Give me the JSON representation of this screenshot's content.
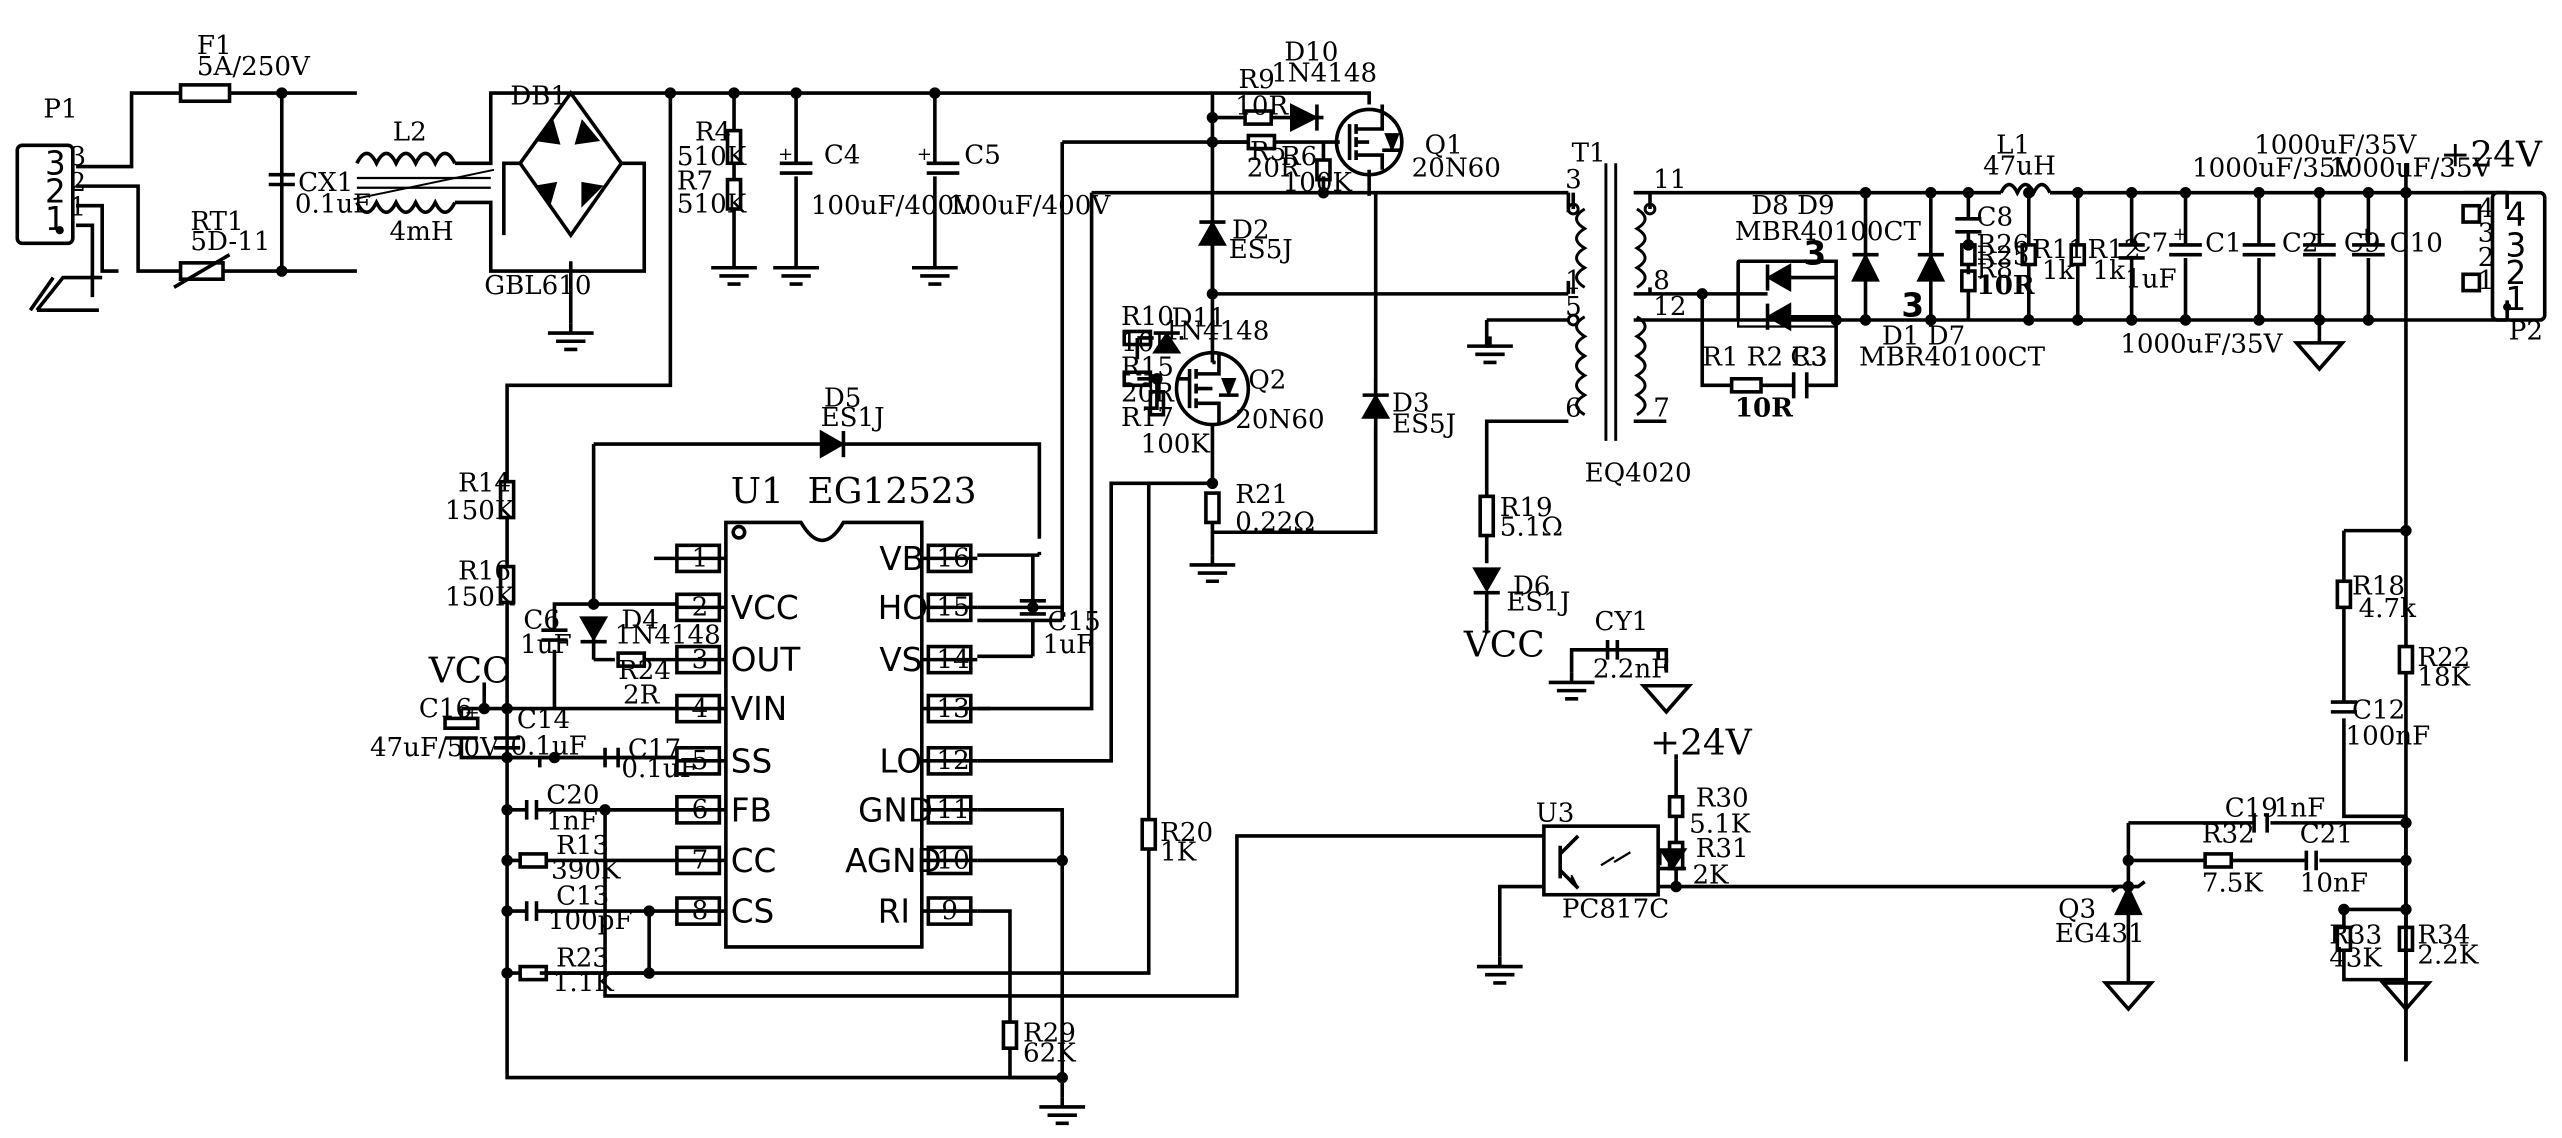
{
  "ic": {
    "ref": "U1",
    "part": "EG12523",
    "pins_left": [
      {
        "num": "1",
        "name": ""
      },
      {
        "num": "2",
        "name": "VCC"
      },
      {
        "num": "3",
        "name": "OUT"
      },
      {
        "num": "4",
        "name": "VIN"
      },
      {
        "num": "5",
        "name": "SS"
      },
      {
        "num": "6",
        "name": "FB"
      },
      {
        "num": "7",
        "name": "CC"
      },
      {
        "num": "8",
        "name": "CS"
      }
    ],
    "pins_right": [
      {
        "num": "16",
        "name": "VB"
      },
      {
        "num": "15",
        "name": "HO"
      },
      {
        "num": "14",
        "name": "VS"
      },
      {
        "num": "13",
        "name": ""
      },
      {
        "num": "12",
        "name": "LO"
      },
      {
        "num": "11",
        "name": "GND"
      },
      {
        "num": "10",
        "name": "AGND"
      },
      {
        "num": "9",
        "name": "RI"
      }
    ]
  },
  "components": [
    {
      "id": "p1",
      "ref": "P1",
      "pins": [
        "3",
        "2",
        "1"
      ]
    },
    {
      "id": "f1",
      "ref": "F1",
      "value": "5A/250V"
    },
    {
      "id": "rt1",
      "ref": "RT1",
      "value": "5D-11"
    },
    {
      "id": "cx1",
      "ref": "CX1",
      "value": "0.1uF"
    },
    {
      "id": "l2",
      "ref": "L2",
      "value": "4mH"
    },
    {
      "id": "db1",
      "ref": "DB1",
      "value": "GBL610"
    },
    {
      "id": "r4",
      "ref": "R4",
      "value": "510K"
    },
    {
      "id": "r7",
      "ref": "R7",
      "value": "510K"
    },
    {
      "id": "c4",
      "ref": "C4",
      "value": "100uF/400V"
    },
    {
      "id": "c5",
      "ref": "C5",
      "value": "100uF/400V"
    },
    {
      "id": "r9",
      "ref": "R9",
      "value": "10R"
    },
    {
      "id": "d10",
      "ref": "D10",
      "value": "1N4148"
    },
    {
      "id": "r5",
      "ref": "R5",
      "value": "20R"
    },
    {
      "id": "r6",
      "ref": "R6",
      "value": "100K"
    },
    {
      "id": "q1",
      "ref": "Q1",
      "value": "20N60"
    },
    {
      "id": "d2",
      "ref": "D2",
      "value": "ES5J"
    },
    {
      "id": "d3",
      "ref": "D3",
      "value": "ES5J"
    },
    {
      "id": "r10",
      "ref": "R10",
      "value": "10K"
    },
    {
      "id": "d11",
      "ref": "D11",
      "value": "1N4148"
    },
    {
      "id": "r15",
      "ref": "R15",
      "value": "20R"
    },
    {
      "id": "r17",
      "ref": "R17",
      "value": "100K"
    },
    {
      "id": "q2",
      "ref": "Q2",
      "value": "20N60"
    },
    {
      "id": "r21",
      "ref": "R21",
      "value": "0.22Ω"
    },
    {
      "id": "t1",
      "ref": "T1",
      "value": "EQ4020",
      "pins": [
        "3",
        "1",
        "5",
        "6",
        "11",
        "8",
        "12",
        "7"
      ]
    },
    {
      "id": "r19",
      "ref": "R19",
      "value": "5.1Ω"
    },
    {
      "id": "d6",
      "ref": "D6",
      "value": "ES1J"
    },
    {
      "id": "cy1",
      "ref": "CY1",
      "value": "2.2nF"
    },
    {
      "id": "d8d9",
      "ref": "D8 D9",
      "value": "MBR40100CT"
    },
    {
      "id": "d1d7",
      "ref": "D1 D7",
      "value": "MBR40100CT"
    },
    {
      "id": "r1r2r3",
      "ref": "R1 R2 R3",
      "value": "10R"
    },
    {
      "id": "c3",
      "ref": "C3"
    },
    {
      "id": "c8",
      "ref": "C8"
    },
    {
      "id": "r26",
      "ref": "R26"
    },
    {
      "id": "r25",
      "ref": "R25"
    },
    {
      "id": "r8",
      "ref": "R8",
      "value": "10R"
    },
    {
      "id": "l1",
      "ref": "L1",
      "value": "47uH"
    },
    {
      "id": "r11",
      "ref": "R11",
      "value": "1k"
    },
    {
      "id": "r12",
      "ref": "R12",
      "value": "1k"
    },
    {
      "id": "c7",
      "ref": "C7",
      "value": "1uF"
    },
    {
      "id": "c1",
      "ref": "C1"
    },
    {
      "id": "c2",
      "ref": "C2"
    },
    {
      "id": "c9",
      "ref": "C9"
    },
    {
      "id": "c10",
      "ref": "C10"
    },
    {
      "id": "p2",
      "ref": "P2",
      "pins": [
        "4",
        "3",
        "2",
        "1"
      ]
    },
    {
      "id": "d5",
      "ref": "D5",
      "value": "ES1J"
    },
    {
      "id": "r14",
      "ref": "R14",
      "value": "150K"
    },
    {
      "id": "r16",
      "ref": "R16",
      "value": "150K"
    },
    {
      "id": "c6",
      "ref": "C6",
      "value": "1uF"
    },
    {
      "id": "d4",
      "ref": "D4",
      "value": "1N4148"
    },
    {
      "id": "r24",
      "ref": "R24",
      "value": "2R"
    },
    {
      "id": "c16",
      "ref": "C16",
      "value": "47uF/50V"
    },
    {
      "id": "c14",
      "ref": "C14",
      "value": "0.1uF"
    },
    {
      "id": "c17",
      "ref": "C17",
      "value": "0.1uF"
    },
    {
      "id": "c20",
      "ref": "C20",
      "value": "1nF"
    },
    {
      "id": "r13",
      "ref": "R13",
      "value": "390K"
    },
    {
      "id": "c13",
      "ref": "C13",
      "value": "100pF"
    },
    {
      "id": "r23",
      "ref": "R23",
      "value": "1.1K"
    },
    {
      "id": "c15",
      "ref": "C15",
      "value": "1uF"
    },
    {
      "id": "r20",
      "ref": "R20",
      "value": "1K"
    },
    {
      "id": "r29",
      "ref": "R29",
      "value": "62K"
    },
    {
      "id": "u3",
      "ref": "U3",
      "value": "PC817C"
    },
    {
      "id": "r30",
      "ref": "R30",
      "value": "5.1K"
    },
    {
      "id": "r31",
      "ref": "R31",
      "value": "2K"
    },
    {
      "id": "r18",
      "ref": "R18",
      "value": "4.7k"
    },
    {
      "id": "c12",
      "ref": "C12",
      "value": "100nF"
    },
    {
      "id": "r22",
      "ref": "R22",
      "value": "18K"
    },
    {
      "id": "c19",
      "ref": "C19",
      "value": "1nF"
    },
    {
      "id": "r32",
      "ref": "R32",
      "value": "7.5K"
    },
    {
      "id": "c21",
      "ref": "C21",
      "value": "10nF"
    },
    {
      "id": "q3",
      "ref": "Q3",
      "value": "EG431"
    },
    {
      "id": "r33",
      "ref": "R33",
      "value": "43K"
    },
    {
      "id": "r34",
      "ref": "R34",
      "value": "2.2K"
    }
  ],
  "labels": {
    "vcc_left": "VCC",
    "vcc_d6": "VCC",
    "v24_top": "+24V",
    "v24_opto": "+24V",
    "cap_1000_a": "1000uF/35V",
    "cap_1000_b": "1000uF/35V",
    "cap_1000_c": "1000uF/35V",
    "cap_1000_d": "1000uF/35V",
    "diode_pin3_a": "3",
    "diode_pin3_b": "3"
  }
}
